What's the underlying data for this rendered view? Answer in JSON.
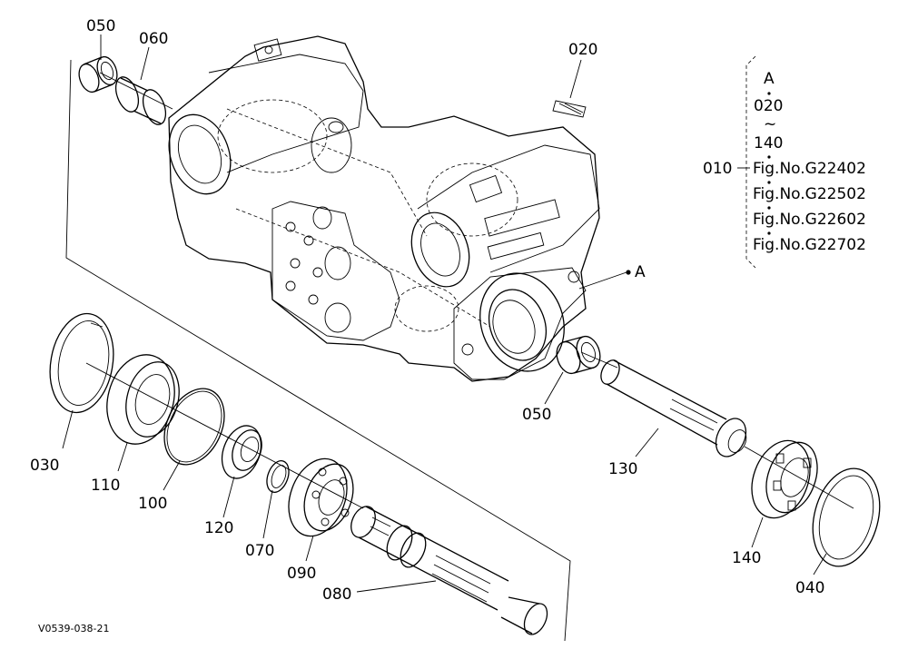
{
  "parts": {
    "p050a": "050",
    "p060": "060",
    "p020": "020",
    "p050b": "050",
    "p030": "030",
    "p110": "110",
    "p100": "100",
    "p120": "120",
    "p070": "070",
    "p090": "090",
    "p080": "080",
    "p130": "130",
    "p140": "140",
    "p040": "040",
    "p010": "010",
    "anchor": "A"
  },
  "reference": {
    "header": "A",
    "range_start": "020",
    "tilde": "~",
    "range_end": "140",
    "figures": [
      "Fig.No.G22402",
      "Fig.No.G22502",
      "Fig.No.G22602",
      "Fig.No.G22702"
    ]
  },
  "drawing_code": "V0539-038-21"
}
